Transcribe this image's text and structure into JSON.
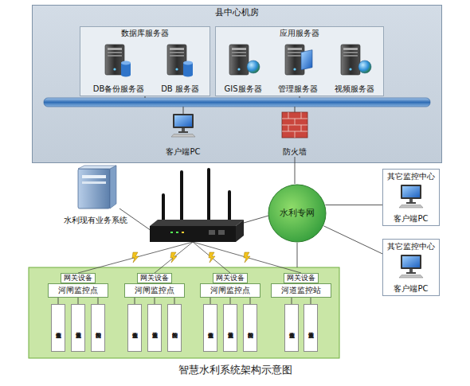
{
  "diagram": {
    "caption": "智慧水利系统架构示意图",
    "nodes": [
      {
        "text": [
          "县中心机房"
        ]
      },
      {
        "text": [
          "数据库服务器"
        ],
        "in": 0
      },
      {
        "text": [
          "DB备份服务器"
        ],
        "in": 1
      },
      {
        "text": [
          "DB 服务器"
        ],
        "in": 1
      },
      {
        "text": [
          "应用服务器"
        ],
        "in": 0
      },
      {
        "text": [
          "GIS服务器"
        ],
        "in": 4
      },
      {
        "text": [
          "管理服务器"
        ],
        "in": 4
      },
      {
        "text": [
          "视频服务器"
        ],
        "in": 4
      },
      {
        "text": [
          "客户端PC"
        ],
        "in": 0
      },
      {
        "text": [
          "防火墙"
        ],
        "in": 0
      },
      {
        "text": [
          "水利现有业务系统"
        ]
      },
      {
        "text": [
          "水利专网"
        ]
      },
      {
        "text": [
          "其它监控中心",
          "客户端PC"
        ]
      },
      {
        "text": [
          "其它监控中心",
          "客户端PC"
        ]
      },
      {
        "text": [
          "网关设备",
          "河闸监控点"
        ]
      },
      {
        "text": [
          "水位监测设备"
        ]
      },
      {
        "text": [
          "流量监测设备"
        ]
      },
      {
        "text": [
          "闸门控制设备"
        ]
      },
      {
        "text": [
          "网关设备",
          "河闸监控点"
        ]
      },
      {
        "text": [
          "水位监测设备"
        ]
      },
      {
        "text": [
          "流量监测设备"
        ]
      },
      {
        "text": [
          "闸门控制设备"
        ]
      },
      {
        "text": [
          "网关设备",
          "河闸监控点"
        ]
      },
      {
        "text": [
          "水位监测设备"
        ]
      },
      {
        "text": [
          "流量监测设备"
        ]
      },
      {
        "text": [
          "闸门控制设备"
        ]
      },
      {
        "text": [
          "网关设备",
          "河道监控站"
        ]
      },
      {
        "text": [
          "水位监测设备"
        ]
      },
      {
        "text": [
          "流量监测设备"
        ]
      }
    ],
    "edges": [
      {
        "from": 9,
        "to": 11,
        "arrow": "none"
      },
      {
        "from": 11,
        "to": 12,
        "arrow": "none"
      },
      {
        "from": 11,
        "to": 13,
        "arrow": "none"
      },
      {
        "from": 14,
        "to": 15,
        "arrow": "none"
      },
      {
        "from": 14,
        "to": 16,
        "arrow": "none"
      },
      {
        "from": 14,
        "to": 17,
        "arrow": "none"
      },
      {
        "from": 18,
        "to": 19,
        "arrow": "none"
      },
      {
        "from": 18,
        "to": 20,
        "arrow": "none"
      },
      {
        "from": 18,
        "to": 21,
        "arrow": "none"
      },
      {
        "from": 22,
        "to": 23,
        "arrow": "none"
      },
      {
        "from": 22,
        "to": 24,
        "arrow": "none"
      },
      {
        "from": 22,
        "to": 25,
        "arrow": "none"
      },
      {
        "from": 26,
        "to": 27,
        "arrow": "none"
      },
      {
        "from": 26,
        "to": 28,
        "arrow": "none"
      }
    ]
  }
}
